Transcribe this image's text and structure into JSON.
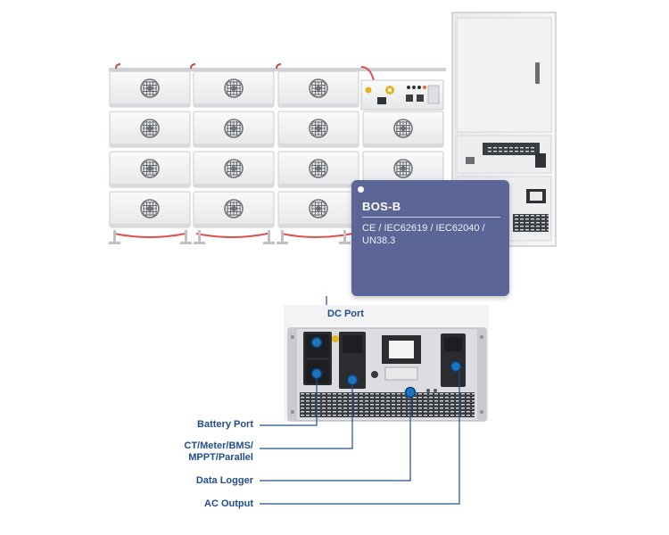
{
  "card": {
    "title": "BOS-B",
    "certifications": "CE / IEC62619 / IEC62040 / UN38.3"
  },
  "ports": {
    "dc_port": "DC Port",
    "battery_port": "Battery Port",
    "ct_line1": "CT/Meter/BMS/",
    "ct_line2": "MPPT/Parallel",
    "data_logger": "Data Logger",
    "ac_output": "AC Output"
  },
  "colors": {
    "label_blue": "#214d8c",
    "card_bg": "#5b6596",
    "cable_red": "#d9534f",
    "port_blue": "#1e73be"
  }
}
